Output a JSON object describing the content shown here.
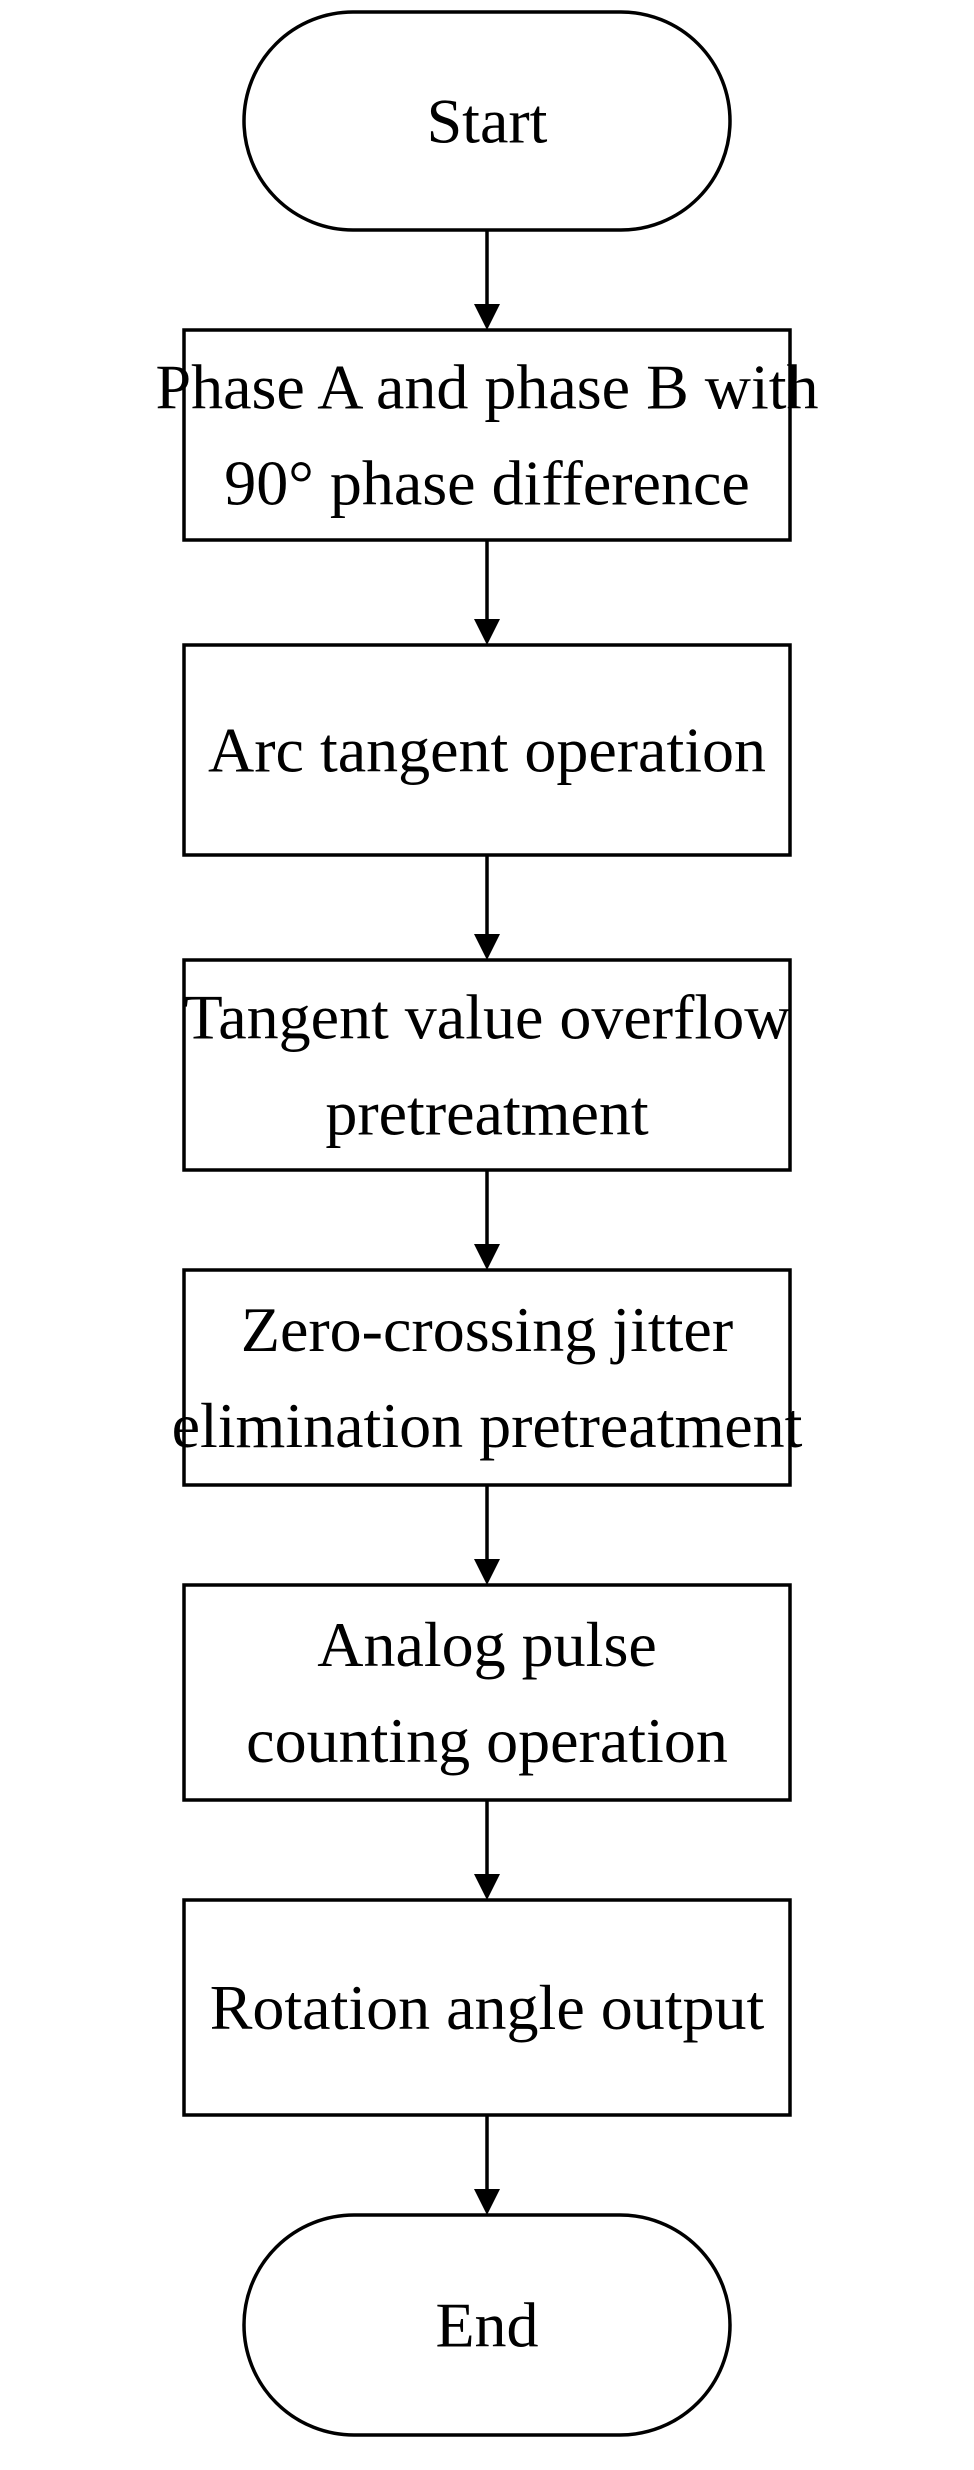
{
  "diagram": {
    "nodes": [
      {
        "id": "start",
        "shape": "terminal",
        "lines": [
          "Start"
        ]
      },
      {
        "id": "phase-input",
        "shape": "process",
        "lines": [
          "Phase A and phase B with",
          "90° phase difference"
        ]
      },
      {
        "id": "arctan",
        "shape": "process",
        "lines": [
          "Arc tangent operation"
        ]
      },
      {
        "id": "overflow",
        "shape": "process",
        "lines": [
          "Tangent value overflow",
          "pretreatment"
        ]
      },
      {
        "id": "zero-crossing",
        "shape": "process",
        "lines": [
          "Zero-crossing jitter",
          "elimination pretreatment"
        ]
      },
      {
        "id": "pulse-counting",
        "shape": "process",
        "lines": [
          "Analog pulse",
          "counting operation"
        ]
      },
      {
        "id": "angle-output",
        "shape": "process",
        "lines": [
          "Rotation angle output"
        ]
      },
      {
        "id": "end",
        "shape": "terminal",
        "lines": [
          "End"
        ]
      }
    ],
    "edges": [
      {
        "from": "start",
        "to": "phase-input"
      },
      {
        "from": "phase-input",
        "to": "arctan"
      },
      {
        "from": "arctan",
        "to": "overflow"
      },
      {
        "from": "overflow",
        "to": "zero-crossing"
      },
      {
        "from": "zero-crossing",
        "to": "pulse-counting"
      },
      {
        "from": "pulse-counting",
        "to": "angle-output"
      },
      {
        "from": "angle-output",
        "to": "end"
      }
    ]
  }
}
